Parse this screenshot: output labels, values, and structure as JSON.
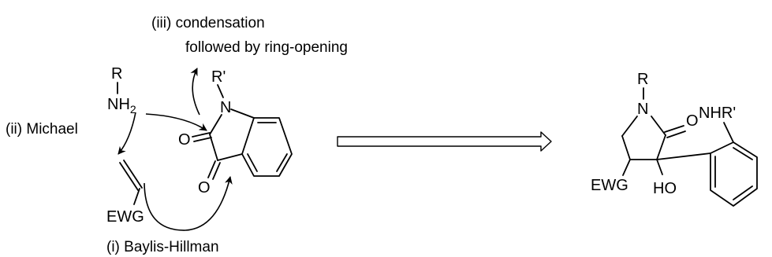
{
  "steps": {
    "condensation_line1": "(iii) condensation",
    "condensation_line2": "followed by ring-opening",
    "michael": "(ii) Michael",
    "baylis_hillman": "(i) Baylis-Hillman"
  },
  "atoms": {
    "amine_r": "R",
    "amine_nh": "NH",
    "amine_sub": "2",
    "isatin_r": "R'",
    "isatin_n": "N",
    "isatin_o1": "O",
    "isatin_o2": "O",
    "ewg_left": "EWG",
    "product_r": "R",
    "product_n": "N",
    "product_o": "O",
    "product_nhr": "NHR'",
    "product_ewg": "EWG",
    "product_ho": "HO"
  }
}
